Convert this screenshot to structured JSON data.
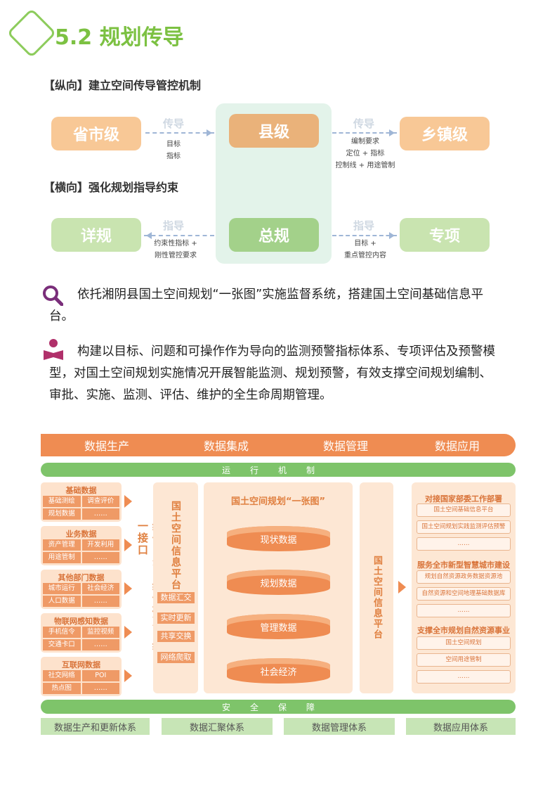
{
  "title": "5.2 规划传导",
  "vertical": {
    "heading": "【纵向】建立空间传导管控机制",
    "province": "省市级",
    "county": "县级",
    "town": "乡镇级",
    "arrow_label": "传导",
    "left_notes": [
      "目标",
      "指标"
    ],
    "right_notes": [
      "编制要求",
      "定位 + 指标",
      "控制线 + 用途管制"
    ]
  },
  "horizontal": {
    "heading": "【横向】强化规划指导约束",
    "detail": "详规",
    "master": "总规",
    "special": "专项",
    "arrow_label": "指导",
    "left_notes": [
      "约束性指标 +",
      "刚性管控要求"
    ],
    "right_notes": [
      "目标 +",
      "重点管控内容"
    ]
  },
  "paragraphs": [
    "依托湘阴县国土空间规划“一张图”实施监督系统，搭建国土空间基础信息平台。",
    "构建以目标、问题和可操作作为导向的监测预警指标体系、专项评估及预警模型，对国土空间规划实施情况开展智能监测、规划预警，有效支撑空间规划编制、审批、实施、监测、评估、维护的全生命周期管理。"
  ],
  "diagram": {
    "pipeline": [
      "数据生产",
      "数据集成",
      "数据管理",
      "数据应用"
    ],
    "mechanism": "运行机制",
    "security": "安全保障",
    "groups": [
      {
        "title": "基础数据",
        "items": [
          "基础测绘",
          "调查评价",
          "规划数据",
          "……"
        ]
      },
      {
        "title": "业务数据",
        "items": [
          "资产管理",
          "开发利用",
          "用途管制",
          "……"
        ]
      },
      {
        "title": "其他部门数据",
        "items": [
          "城市运行",
          "社会经济",
          "人口数据",
          "……"
        ]
      },
      {
        "title": "物联网感知数据",
        "items": [
          "手机信令",
          "监控视频",
          "交通卡口",
          "……"
        ]
      },
      {
        "title": "互联网数据",
        "items": [
          "社交网络",
          "POI",
          "热点图",
          "……"
        ]
      }
    ],
    "unify": "统一目录、统一标准、统一接口",
    "platform": "国土空间信息平台",
    "platform_tags": [
      "数据汇交",
      "实时更新",
      "共享交换",
      "网络爬取"
    ],
    "one_map": "国土空间规划“一张图”",
    "cylinders": [
      "现状数据",
      "规划数据",
      "管理数据",
      "社会经济"
    ],
    "platform2": "国土空间信息平台",
    "right": [
      {
        "title": "对接国家部委工作部署",
        "items": [
          "国土空间基础信息平台",
          "国土空间规划实践监测评估预警",
          "……"
        ]
      },
      {
        "title": "服务全市新型智慧城市建设",
        "items": [
          "规划自然资源政务数据资源池",
          "自然资源和空间地理基础数据库",
          "……"
        ]
      },
      {
        "title": "支撑全市规划自然资源事业",
        "items": [
          "国土空间规划",
          "空间用途管制",
          "……"
        ]
      }
    ],
    "systems": [
      "数据生产和更新体系",
      "数据汇聚体系",
      "数据管理体系",
      "数据应用体系"
    ]
  },
  "colors": {
    "green": "#7cc142",
    "orange": "#ef8c52"
  }
}
